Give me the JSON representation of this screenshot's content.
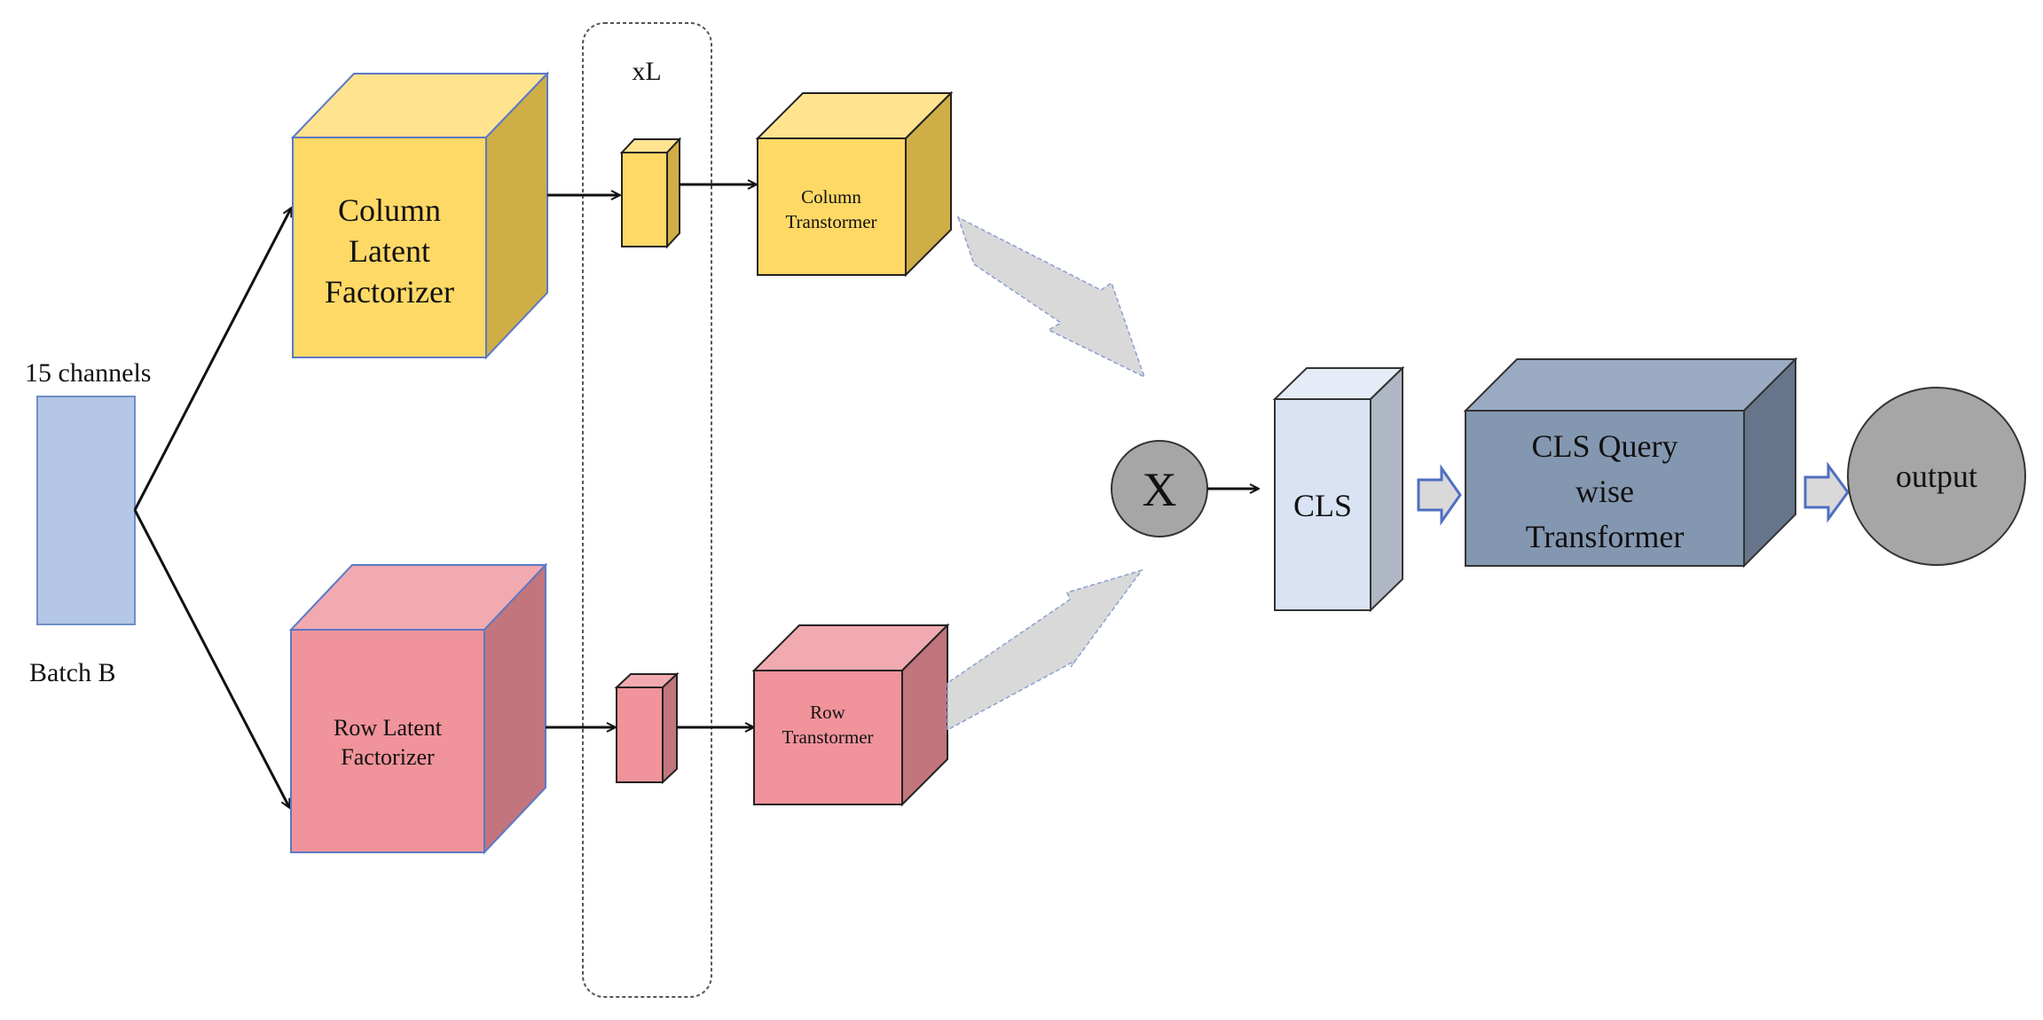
{
  "input": {
    "channels_label": "15 channels",
    "batch_label": "Batch B"
  },
  "loop_label": "xL",
  "column_branch": {
    "factorizer_lines": [
      "Column",
      "Latent",
      "Factorizer"
    ],
    "transformer_lines": [
      "Column",
      "Transtormer"
    ]
  },
  "row_branch": {
    "factorizer_lines": [
      "Row Latent",
      "Factorizer"
    ],
    "transformer_lines": [
      "Row",
      "Transtormer"
    ]
  },
  "multiply_symbol": "X",
  "cls_label": "CLS",
  "query_transformer_lines": [
    "CLS Query",
    "wise",
    "Transformer"
  ],
  "output_label": "output",
  "colors": {
    "input_fill": "#b4c7e7",
    "yellow_front": "#ffd966",
    "yellow_top": "#ffe38f",
    "yellow_side": "#cfae45",
    "pink_front": "#f0939a",
    "pink_top": "#f2aab1",
    "pink_side": "#c2757c",
    "cls_front": "#dae3f3",
    "cls_top": "#e6ecf7",
    "cls_side": "#b0b7c4",
    "query_front": "#8497b0",
    "query_top": "#9aabc3",
    "query_side": "#66758a",
    "circle_gray": "#a6a6a6",
    "flow_arrow": "#d9d9d9"
  }
}
